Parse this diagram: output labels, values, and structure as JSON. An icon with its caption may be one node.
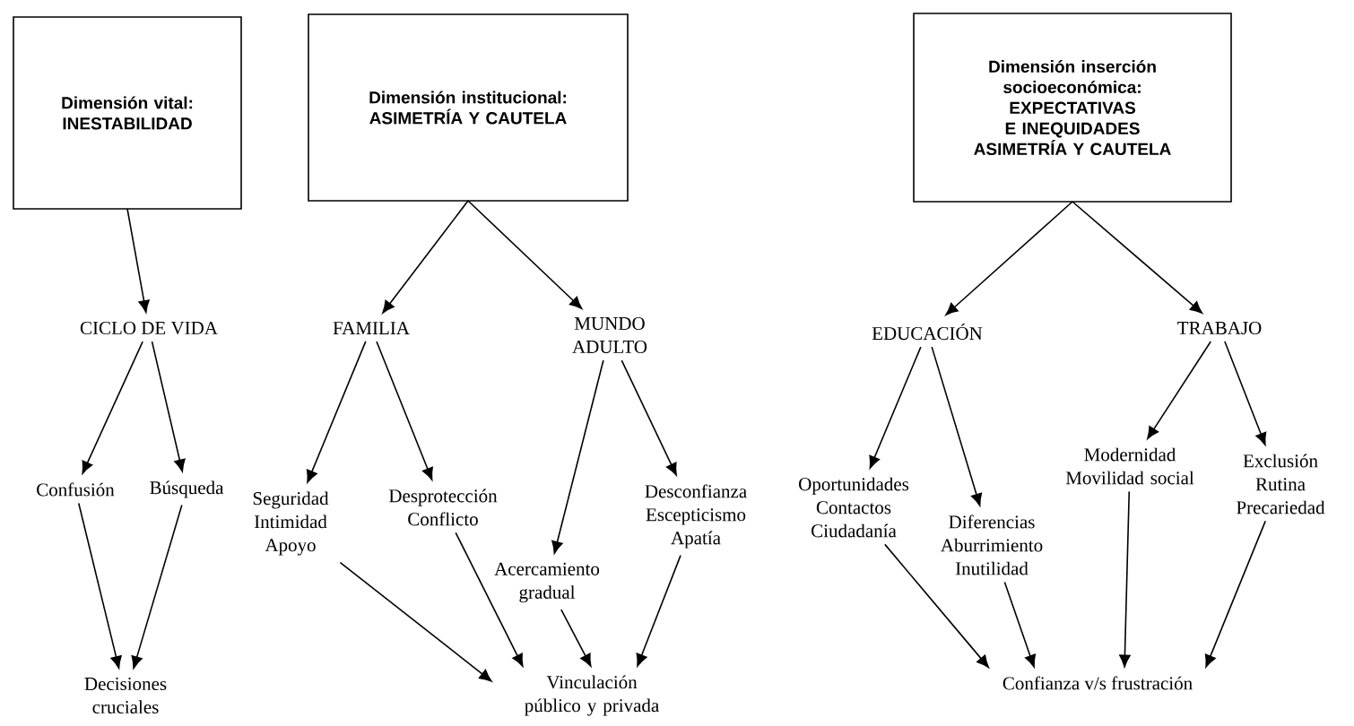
{
  "diagram": {
    "nodes": [
      {
        "text": [
          "Dimensión vital: INESTABILIDAD"
        ]
      },
      {
        "text": [
          "Dimensión institucional: ASIMETRÍA Y CAUTELA"
        ]
      },
      {
        "text": [
          "Dimensión inserción socioeconómica: EXPECTATIVAS E INEQUIDADES ASIMETRÍA Y CAUTELA"
        ]
      },
      {
        "text": [
          "CICLO DE VIDA"
        ]
      },
      {
        "text": [
          "FAMILIA"
        ]
      },
      {
        "text": [
          "MUNDO ADULTO"
        ]
      },
      {
        "text": [
          "EDUCACIÓN"
        ]
      },
      {
        "text": [
          "TRABAJO"
        ]
      },
      {
        "text": [
          "Confusión"
        ]
      },
      {
        "text": [
          "Búsqueda"
        ]
      },
      {
        "text": [
          "Seguridad Intimidad Apoyo"
        ]
      },
      {
        "text": [
          "Desprotección Conflicto"
        ]
      },
      {
        "text": [
          "Acercamiento gradual"
        ]
      },
      {
        "text": [
          "Desconfianza Escepticismo Apatía"
        ]
      },
      {
        "text": [
          "Oportunidades Contactos Ciudadanía"
        ]
      },
      {
        "text": [
          "Diferencias Aburrimiento Inutilidad"
        ]
      },
      {
        "text": [
          "Modernidad Movilidad social"
        ]
      },
      {
        "text": [
          "Exclusión Rutina Precariedad"
        ]
      },
      {
        "text": [
          "Decisiones cruciales"
        ]
      },
      {
        "text": [
          "Vinculación público y privada"
        ]
      },
      {
        "text": [
          "Confianza v/s frustración"
        ]
      }
    ],
    "edges": [
      {
        "from": 0,
        "to": 3,
        "arrow": "to"
      },
      {
        "from": 1,
        "to": 4,
        "arrow": "to"
      },
      {
        "from": 1,
        "to": 5,
        "arrow": "to"
      },
      {
        "from": 2,
        "to": 6,
        "arrow": "to"
      },
      {
        "from": 2,
        "to": 7,
        "arrow": "to"
      },
      {
        "from": 3,
        "to": 8,
        "arrow": "to"
      },
      {
        "from": 3,
        "to": 9,
        "arrow": "to"
      },
      {
        "from": 4,
        "to": 10,
        "arrow": "to"
      },
      {
        "from": 4,
        "to": 11,
        "arrow": "to"
      },
      {
        "from": 5,
        "to": 12,
        "arrow": "to"
      },
      {
        "from": 5,
        "to": 13,
        "arrow": "to"
      },
      {
        "from": 6,
        "to": 14,
        "arrow": "to"
      },
      {
        "from": 6,
        "to": 15,
        "arrow": "to"
      },
      {
        "from": 7,
        "to": 16,
        "arrow": "to"
      },
      {
        "from": 7,
        "to": 17,
        "arrow": "to"
      },
      {
        "from": 8,
        "to": 18,
        "arrow": "to"
      },
      {
        "from": 9,
        "to": 18,
        "arrow": "to"
      },
      {
        "from": 10,
        "to": 19,
        "arrow": "to"
      },
      {
        "from": 11,
        "to": 19,
        "arrow": "to"
      },
      {
        "from": 12,
        "to": 19,
        "arrow": "to"
      },
      {
        "from": 13,
        "to": 19,
        "arrow": "to"
      },
      {
        "from": 14,
        "to": 20,
        "arrow": "to"
      },
      {
        "from": 15,
        "to": 20,
        "arrow": "to"
      },
      {
        "from": 16,
        "to": 20,
        "arrow": "to"
      },
      {
        "from": 17,
        "to": 20,
        "arrow": "to"
      }
    ]
  }
}
